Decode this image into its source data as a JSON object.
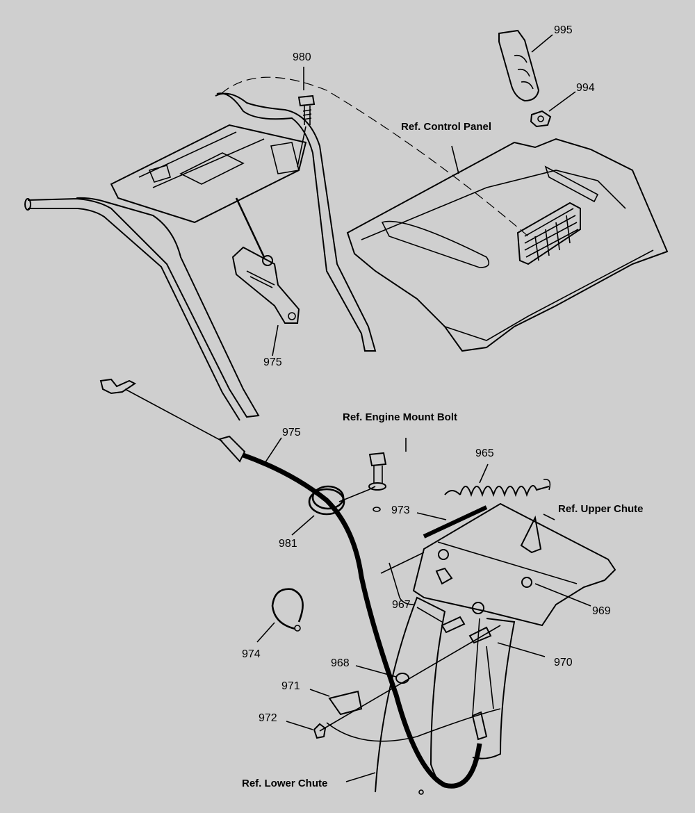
{
  "labels": {
    "p980": "980",
    "p995": "995",
    "p994": "994",
    "ref_control_panel": "Ref. Control Panel",
    "p975_upper": "975",
    "ref_engine_mount_bolt": "Ref. Engine Mount Bolt",
    "p975_cable": "975",
    "p965": "965",
    "p973": "973",
    "ref_upper_chute": "Ref. Upper Chute",
    "p981": "981",
    "p967": "967",
    "p969": "969",
    "p974": "974",
    "p968": "968",
    "p970": "970",
    "p971": "971",
    "p972": "972",
    "ref_lower_chute": "Ref. Lower Chute"
  },
  "colors": {
    "background": "#cfcfcf",
    "ink": "#000000"
  }
}
